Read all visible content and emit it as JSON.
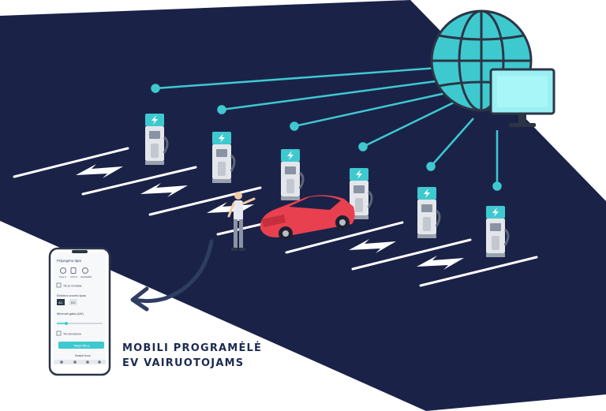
{
  "caption": {
    "line1": "MOBILI PROGRAMĖLĖ",
    "line2": "EV VAIRUOTOJAMS"
  },
  "colors": {
    "background": "#ffffff",
    "navy_band": "#1b2248",
    "teal": "#3ec9cf",
    "car_red": "#e8404f",
    "lines": "#ffffff"
  },
  "icons": [
    "globe-icon",
    "monitor-icon",
    "lightning-icon",
    "charging-station-icon",
    "car-icon",
    "person-icon",
    "smartphone-icon",
    "arrow-icon"
  ],
  "phone": {
    "labels": {
      "plug_types": "Prijungimo tipai",
      "filter_1": "Tik su nuolaida",
      "current_type": "Elektros srovės tipas",
      "current_ac": "AC",
      "current_dc": "DC",
      "min_power": "Minimali galia (kW)",
      "filter_2": "Tik nemokama",
      "apply": "Taikyti filtrus",
      "clear": "Išvalyti visus"
    },
    "plug_options": [
      "Type 2",
      "CCS 2",
      "CHAdeMO"
    ]
  }
}
